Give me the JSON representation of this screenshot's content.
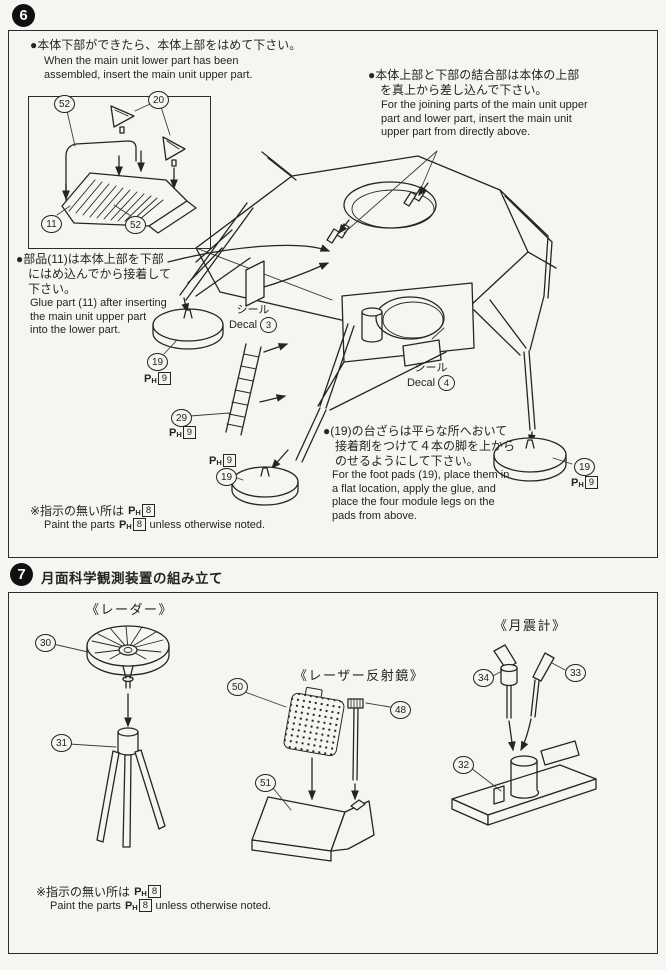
{
  "colors": {
    "paper": "#f6f5f1",
    "ink": "#242424"
  },
  "s6": {
    "badge": "6",
    "b1_jp": "●本体下部ができたら、本体上部をはめて下さい。",
    "b1_en": "When the main unit lower part has been\nassembled, insert the main unit upper part.",
    "b2_jp": "●本体上部と下部の結合部は本体の上部\n　を真上から差し込んで下さい。",
    "b2_en": "For the joining parts of the main unit upper\npart and lower part, insert the main unit\nupper part from directly above.",
    "b3_jp": "●部品(11)は本体上部を下部\n　にはめ込んでから接着して\n　下さい。",
    "b3_en": "Glue part (11) after inserting\nthe main unit upper part\ninto the lower part.",
    "b4_jp": "●(19)の台ざらは平らな所へおいて\n　接着剤をつけて４本の脚を上から\n　のせるようにして下さい。",
    "b4_en": "For the foot pads (19), place them in\na flat location, apply the glue, and\nplace the four module legs on the\npads from above.",
    "decal_jp": "シール",
    "decal_en": "Decal",
    "decal3_num": "3",
    "decal4_num": "4",
    "callouts": {
      "c52a": "52",
      "c20": "20",
      "c11": "11",
      "c52b": "52",
      "c19a": "19",
      "c29": "29",
      "c19b": "19",
      "c19c": "19"
    }
  },
  "s7": {
    "badge": "7",
    "title": "月面科学観測装置の組み立て",
    "radar_label": "《レーダー》",
    "reflector_label": "《レーザー反射鏡》",
    "seismo_label": "《月震計》",
    "callouts": {
      "c30": "30",
      "c31": "31",
      "c50": "50",
      "c48": "48",
      "c51": "51",
      "c34": "34",
      "c33": "33",
      "c32": "32"
    }
  },
  "note": {
    "jp_prefix": "※指示の無い所は",
    "en_prefix": "Paint the parts",
    "en_suffix": "unless otherwise noted."
  },
  "paint": {
    "p": "P",
    "h": "H",
    "n8": "8",
    "n9": "9"
  }
}
